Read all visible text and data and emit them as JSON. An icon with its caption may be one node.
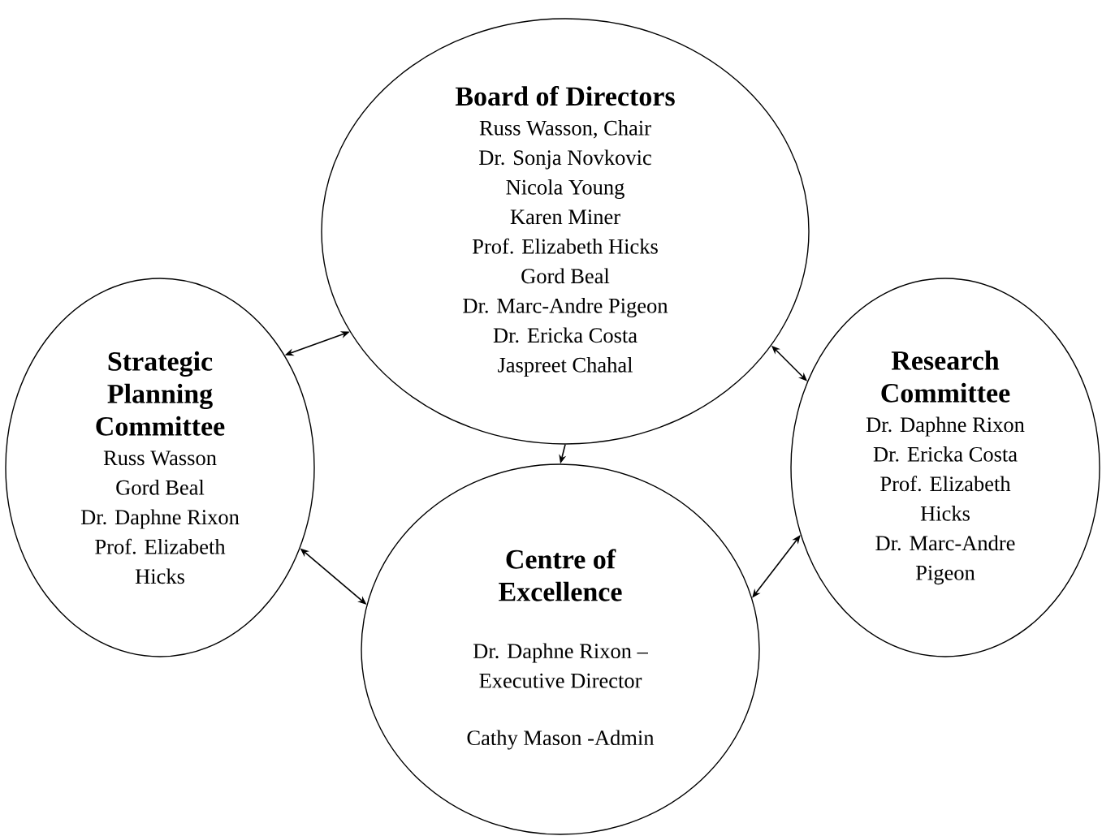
{
  "diagram": {
    "nodes": [
      {
        "text": [
          "Board of Directors",
          "Russ Wasson, Chair",
          "Dr. Sonja Novkovic",
          "Nicola Young",
          "Karen Miner",
          "Prof. Elizabeth Hicks",
          "Gord Beal",
          "Dr. Marc-Andre Pigeon",
          "Dr. Ericka Costa",
          "Jaspreet Chahal"
        ]
      },
      {
        "text": [
          "Strategic Planning Committee",
          "Russ Wasson",
          "Gord Beal",
          "Dr. Daphne Rixon",
          "Prof. Elizabeth Hicks"
        ]
      },
      {
        "text": [
          "Research Committee",
          "Dr. Daphne Rixon",
          "Dr. Ericka Costa",
          "Prof. Elizabeth Hicks",
          "Dr. Marc-Andre Pigeon"
        ]
      },
      {
        "text": [
          "Centre of Excellence",
          "Dr. Daphne Rixon – Executive Director",
          "Cathy Mason -Admin"
        ]
      }
    ],
    "edges": [
      {
        "from": 1,
        "to": 0,
        "arrow": "both"
      },
      {
        "from": 0,
        "to": 2,
        "arrow": "both"
      },
      {
        "from": 0,
        "to": 3,
        "arrow": "to"
      },
      {
        "from": 1,
        "to": 3,
        "arrow": "both"
      },
      {
        "from": 2,
        "to": 3,
        "arrow": "both"
      }
    ]
  }
}
